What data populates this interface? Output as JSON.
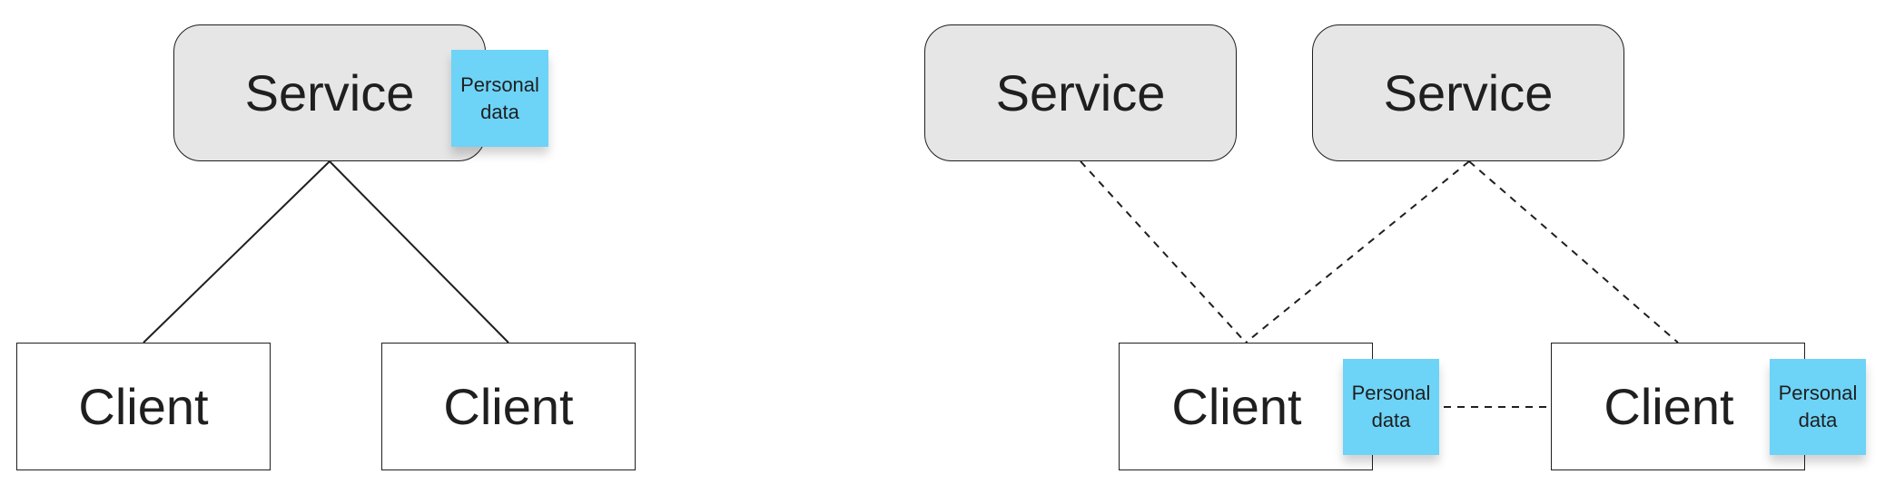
{
  "left_diagram": {
    "service": {
      "label": "Service",
      "note": [
        "Personal",
        "data"
      ]
    },
    "clients": [
      {
        "label": "Client"
      },
      {
        "label": "Client"
      }
    ]
  },
  "right_diagram": {
    "services": [
      {
        "label": "Service"
      },
      {
        "label": "Service"
      }
    ],
    "clients": [
      {
        "label": "Client",
        "note": [
          "Personal",
          "data"
        ]
      },
      {
        "label": "Client",
        "note": [
          "Personal",
          "data"
        ]
      }
    ]
  },
  "colors": {
    "service_fill": "#e6e6e6",
    "sticky_note": "#6dd3f7",
    "stroke": "#1f1f1f"
  }
}
